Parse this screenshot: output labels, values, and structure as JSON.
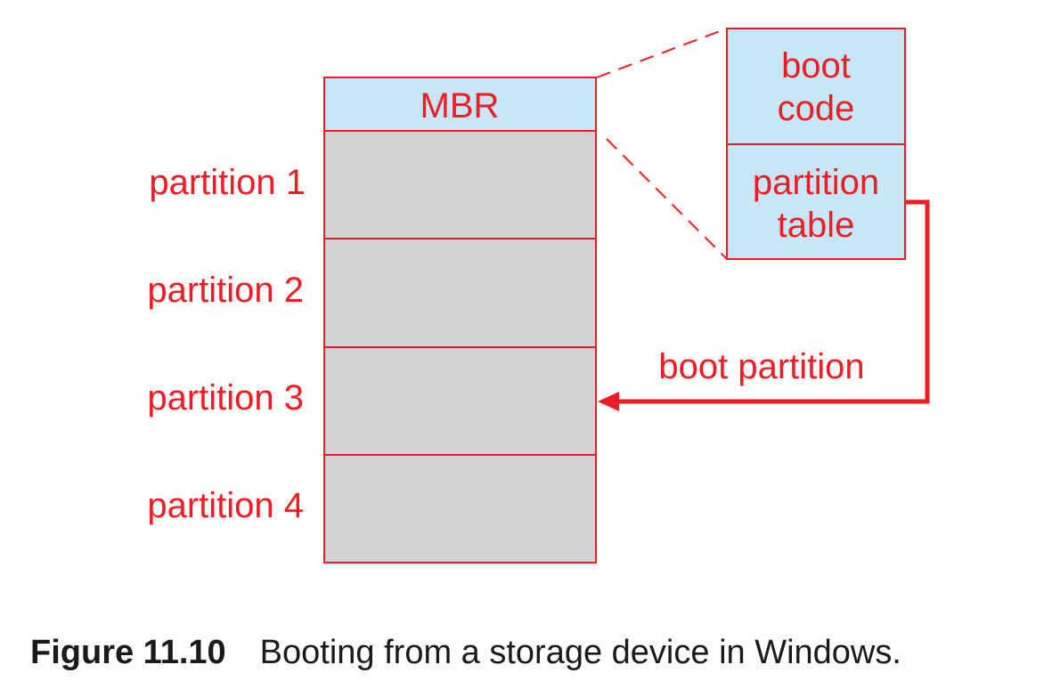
{
  "colors": {
    "accent_red": "#ee1c24",
    "mbr_fill": "#c7e7f7",
    "partition_fill": "#d2d3d5",
    "caption_text": "#1a1a1a"
  },
  "disk": {
    "mbr_label": "MBR",
    "partitions": [
      "partition 1",
      "partition 2",
      "partition 3",
      "partition 4"
    ]
  },
  "mbr_detail": {
    "boot_code": [
      "boot",
      "code"
    ],
    "partition_table": [
      "partition",
      "table"
    ]
  },
  "arrow": {
    "label": "boot partition"
  },
  "caption": {
    "label": "Figure 11.10",
    "text": "Booting from a storage device in Windows."
  }
}
